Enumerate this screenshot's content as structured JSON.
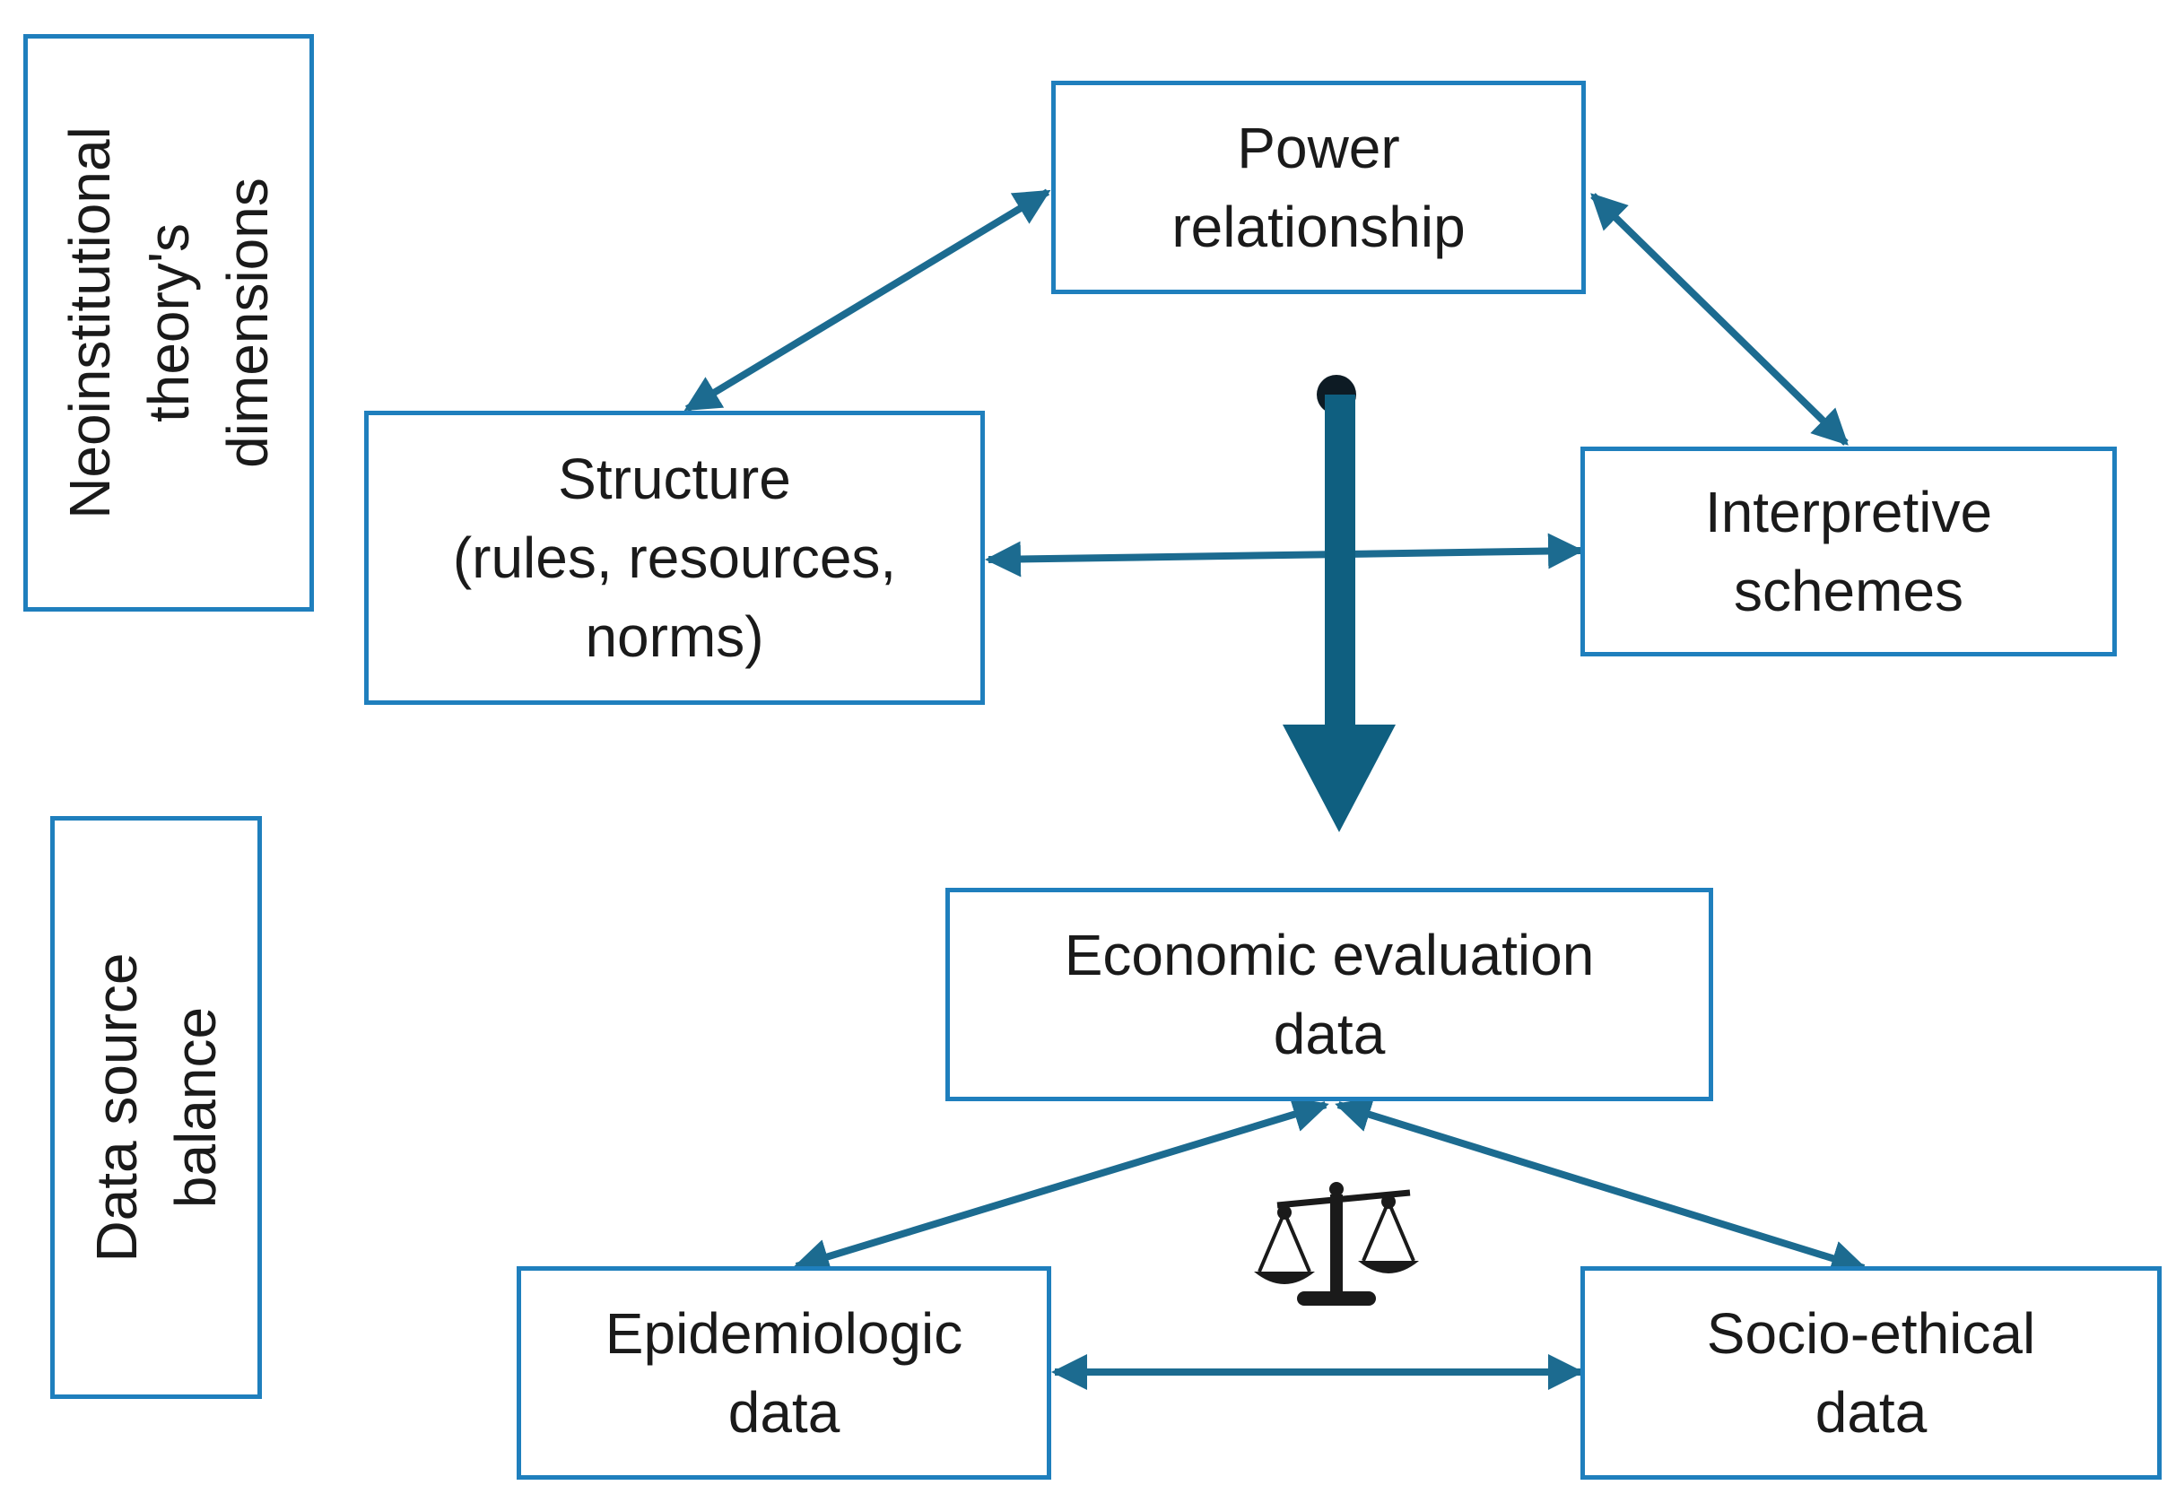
{
  "colors": {
    "box_border": "#1f7fbd",
    "arrow": "#1c6b90",
    "big_arrow": "#0f5f80",
    "scale_icon": "#1a1a1a"
  },
  "side_labels": {
    "top": [
      "Neoinstitutional",
      "theory's",
      "dimensions"
    ],
    "bottom": [
      "Data source",
      "balance"
    ]
  },
  "nodes": {
    "power": [
      "Power",
      "relationship"
    ],
    "structure": [
      "Structure",
      "(rules, resources,",
      "norms)"
    ],
    "interpretive": [
      "Interpretive",
      "schemes"
    ],
    "economic": [
      "Economic evaluation",
      "data"
    ],
    "epidemiologic": [
      "Epidemiologic",
      "data"
    ],
    "socio": [
      "Socio-ethical",
      "data"
    ]
  },
  "icons": {
    "balance": "balance-scale-icon"
  }
}
